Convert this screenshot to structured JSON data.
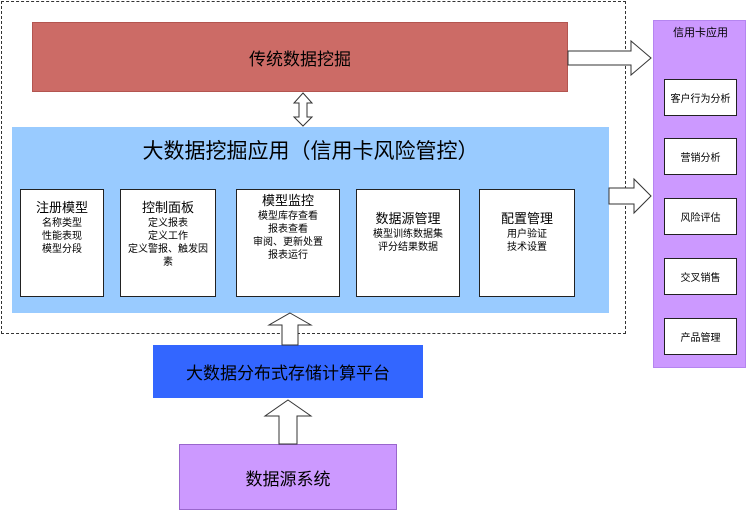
{
  "traditional_mining": "传统数据挖掘",
  "bigdata_app": {
    "title": "大数据挖掘应用（信用卡风险管控）",
    "modules": [
      {
        "title": "注册模型",
        "lines": [
          "名称类型",
          "性能表现",
          "模型分段"
        ]
      },
      {
        "title": "控制面板",
        "lines": [
          "定义报表",
          "定义工作",
          "定义警报、触发因",
          "素"
        ]
      },
      {
        "title": "模型监控",
        "lines": [
          "模型库存查看",
          "报表查看",
          "审阅、更新处置",
          "报表运行"
        ]
      },
      {
        "title": "数据源管理",
        "lines": [
          "模型训练数据集",
          "评分结果数据"
        ]
      },
      {
        "title": "配置管理",
        "lines": [
          "用户验证",
          "技术设置"
        ]
      }
    ]
  },
  "platform": "大数据分布式存储计算平台",
  "data_source": "数据源系统",
  "credit_app": {
    "title": "信用卡应用",
    "items": [
      "客户行为分析",
      "营销分析",
      "风险评估",
      "交叉销售",
      "产品管理"
    ]
  },
  "colors": {
    "traditional": "#cc6b66",
    "bigdata_panel": "#99cbff",
    "platform": "#3366ff",
    "data_source": "#cc99ff",
    "credit_panel": "#cc99ff"
  }
}
